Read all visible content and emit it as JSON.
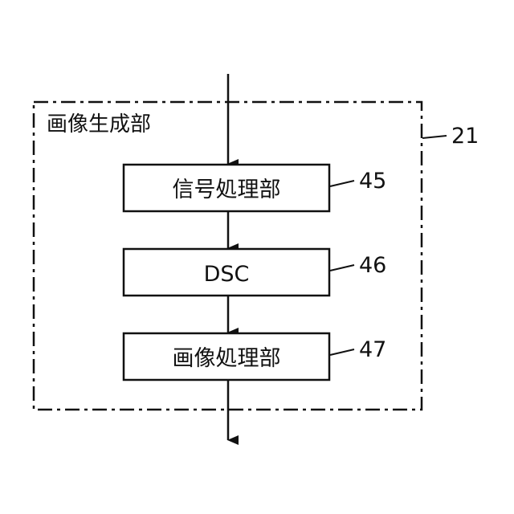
{
  "group": {
    "label": "画像生成部",
    "ref": "21"
  },
  "blocks": [
    {
      "label": "信号処理部",
      "ref": "45"
    },
    {
      "label": "DSC",
      "ref": "46"
    },
    {
      "label": "画像処理部",
      "ref": "47"
    }
  ],
  "colors": {
    "stroke": "#111111",
    "background": "#ffffff"
  }
}
